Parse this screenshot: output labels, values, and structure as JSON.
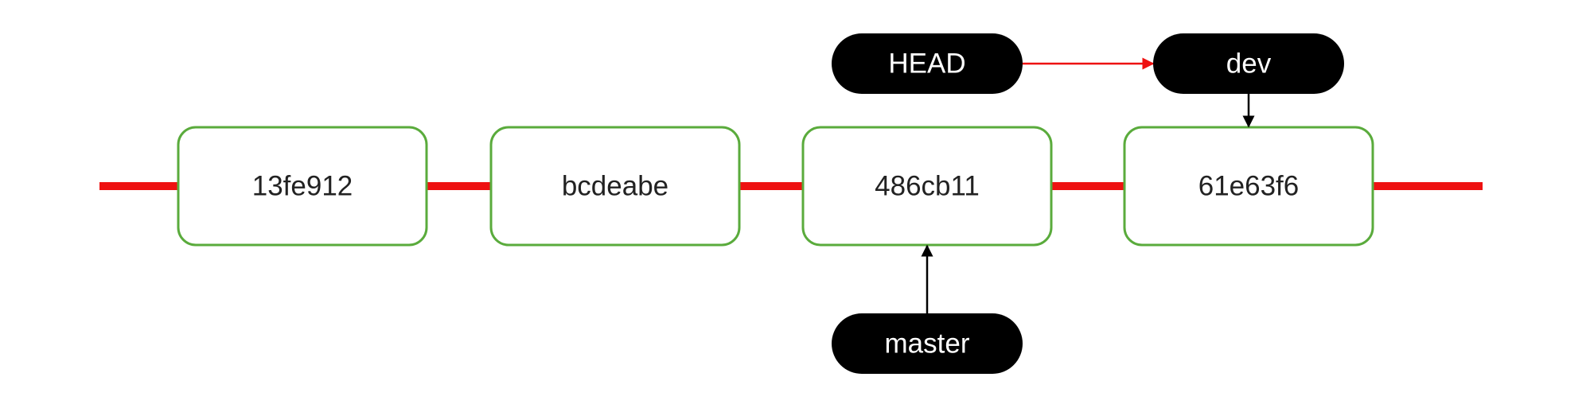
{
  "commits": [
    {
      "id": "c1",
      "hash": "13fe912"
    },
    {
      "id": "c2",
      "hash": "bcdeabe"
    },
    {
      "id": "c3",
      "hash": "486cb11"
    },
    {
      "id": "c4",
      "hash": "61e63f6"
    }
  ],
  "refs": {
    "head": "HEAD",
    "dev": "dev",
    "master": "master"
  },
  "colors": {
    "branch_line": "#ee1111",
    "commit_border": "#5aab3c",
    "ref_fill": "#000000",
    "head_arrow": "#ee1111",
    "ref_arrow": "#000000"
  }
}
